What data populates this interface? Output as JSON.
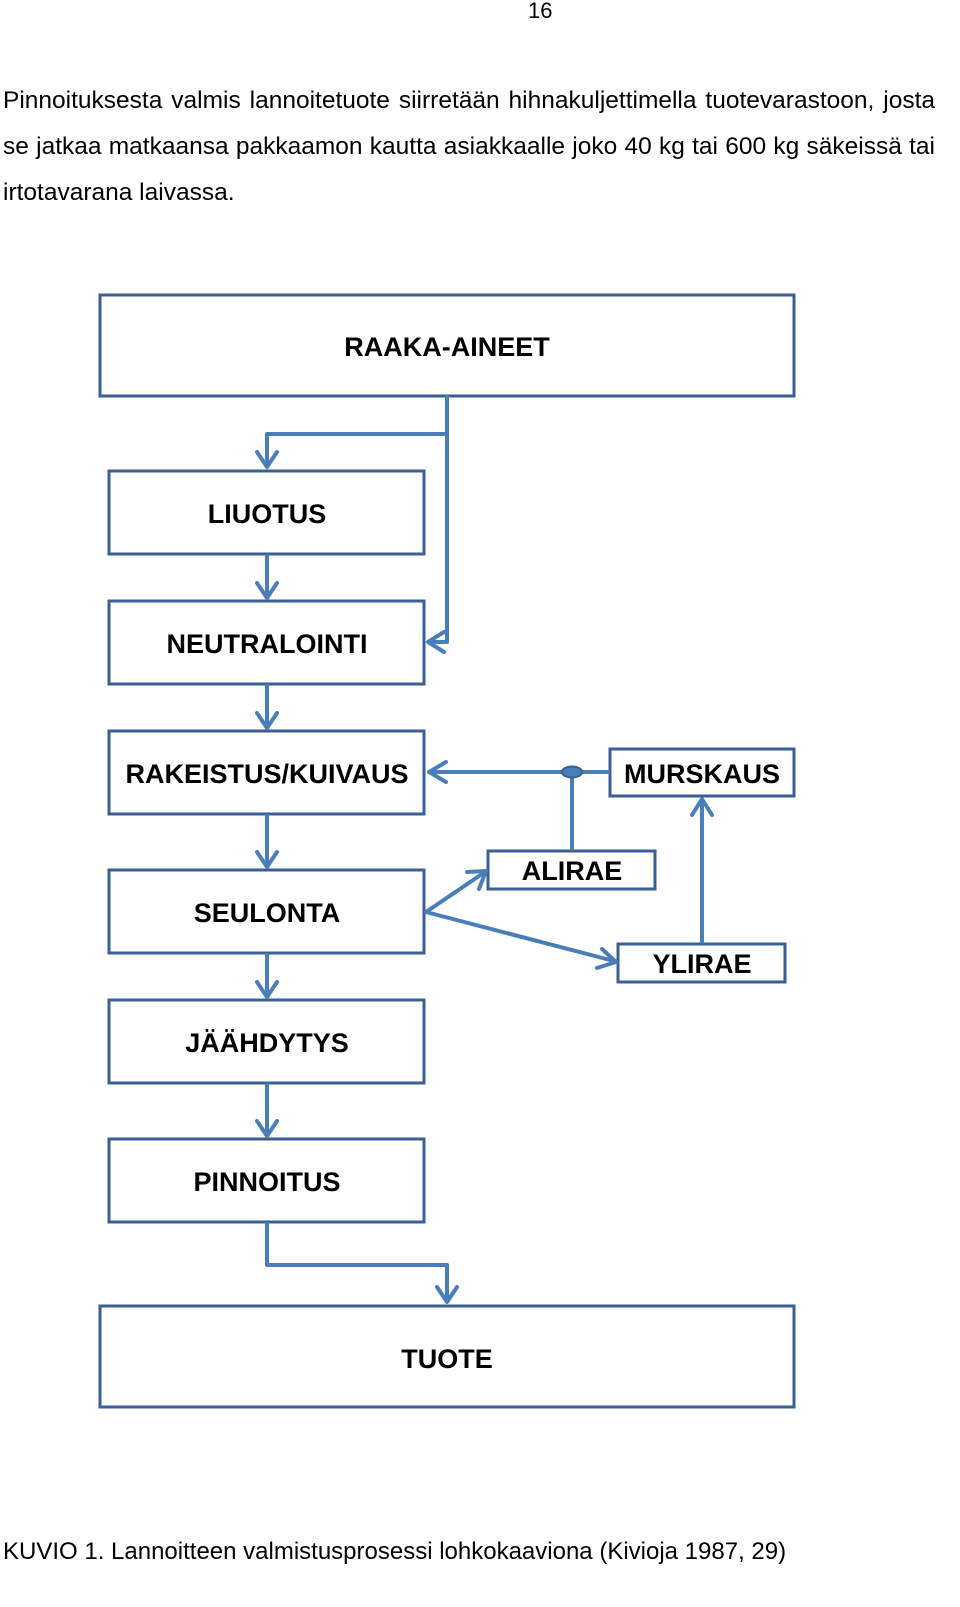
{
  "page": {
    "number": "16",
    "intro_paragraph": "Pinnoituksesta valmis lannoitetuote siirretään hihnakuljettimella tuotevarastoon, josta se jatkaa matkaansa pakkaamon kautta asiakkaalle joko 40 kg tai 600 kg säkeissä tai irtotavarana laivassa.",
    "caption": "KUVIO 1. Lannoitteen valmistusprosessi lohkokaaviona (Kivioja 1987, 29)"
  },
  "flowchart": {
    "line_color": "#4a7ebb",
    "box_border_color": "#3a5f94",
    "boxes": {
      "raaka_aineet": "RAAKA-AINEET",
      "liuotus": "LIUOTUS",
      "neutralointi": "NEUTRALOINTI",
      "rakeistus": "RAKEISTUS/KUIVAUS",
      "murskaus": "MURSKAUS",
      "alirae": "ALIRAE",
      "seulonta": "SEULONTA",
      "ylirae": "YLIRAE",
      "jaahdytys": "JÄÄHDYTYS",
      "pinnoitus": "PINNOITUS",
      "tuote": "TUOTE"
    }
  }
}
